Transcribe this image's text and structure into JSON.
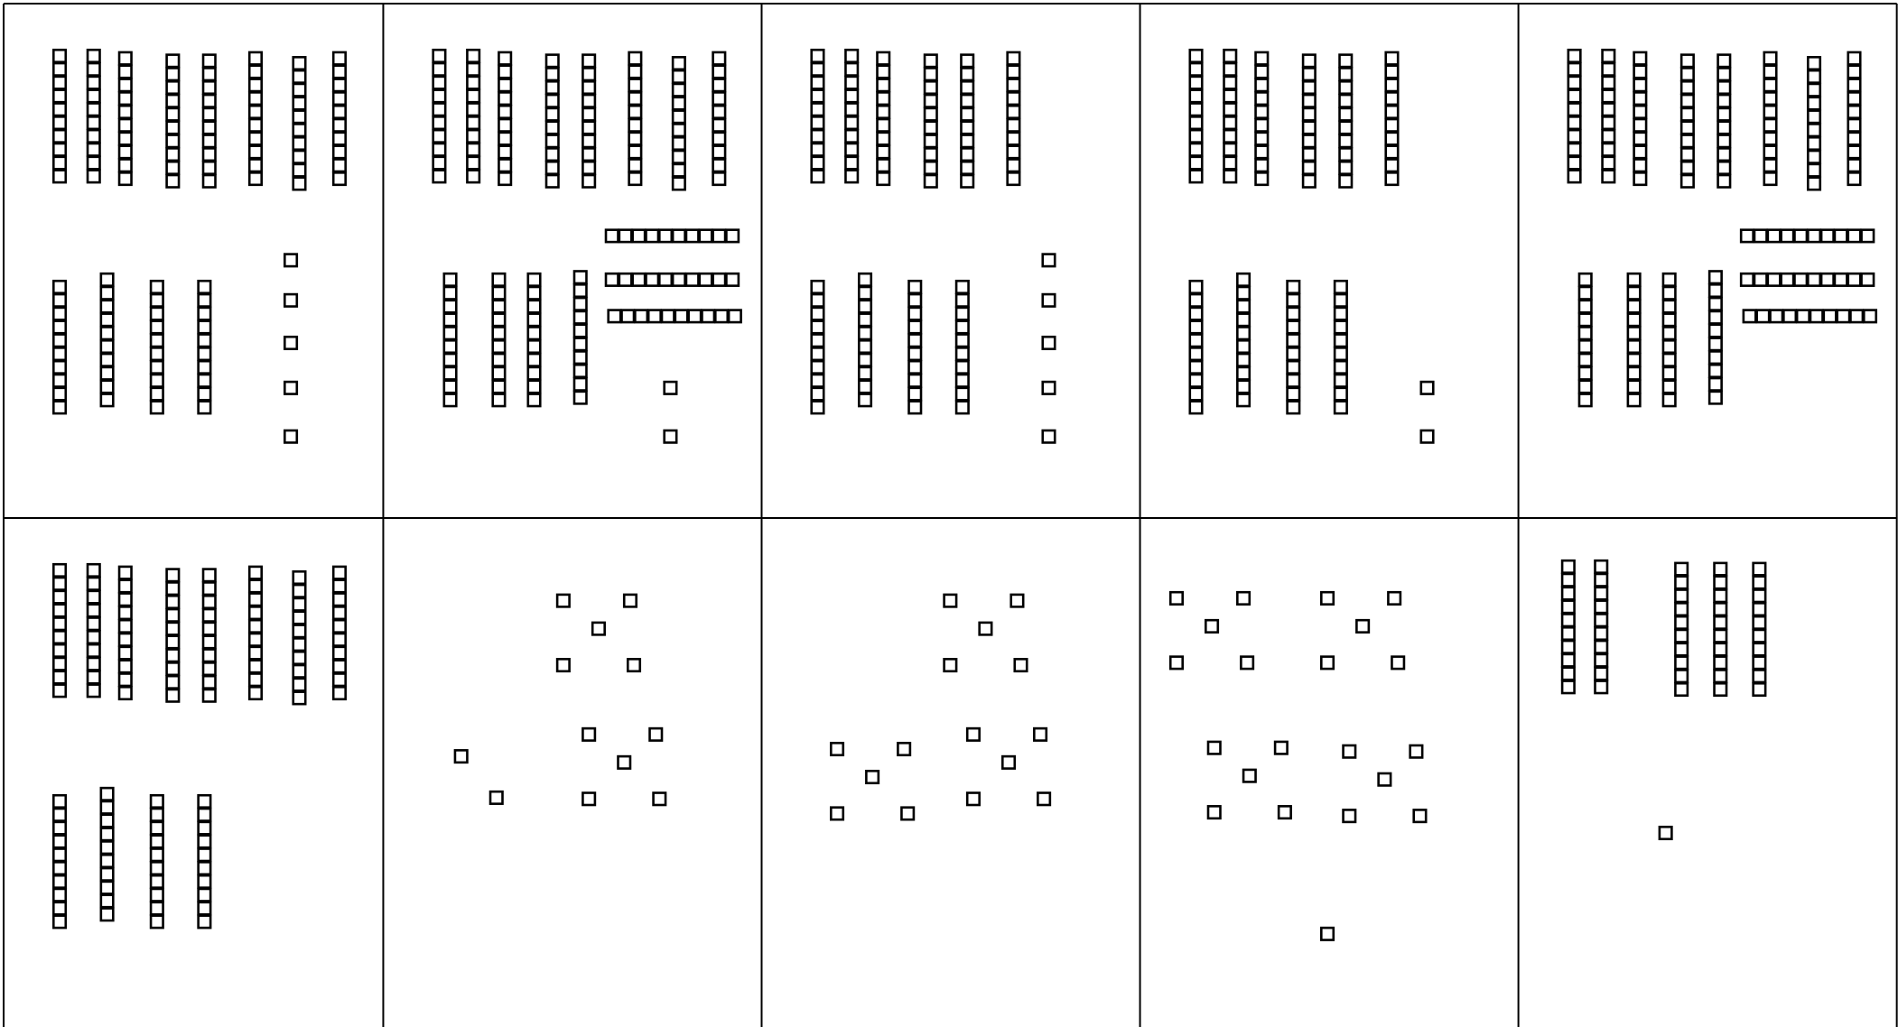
{
  "colors": {
    "background": "#ffffff",
    "ink": "#000000"
  },
  "grid": {
    "rows": 2,
    "columns": 5
  },
  "cards": [
    {
      "row": 1,
      "col": 1,
      "tens": 12,
      "ones": 5
    },
    {
      "row": 1,
      "col": 2,
      "tens": 15,
      "ones": 2
    },
    {
      "row": 1,
      "col": 3,
      "tens": 10,
      "ones": 5
    },
    {
      "row": 1,
      "col": 4,
      "tens": 10,
      "ones": 2
    },
    {
      "row": 1,
      "col": 5,
      "tens": 15,
      "ones": 0
    },
    {
      "row": 2,
      "col": 1,
      "tens": 12,
      "ones": 0
    },
    {
      "row": 2,
      "col": 2,
      "tens": 0,
      "ones": 12
    },
    {
      "row": 2,
      "col": 3,
      "tens": 0,
      "ones": 15
    },
    {
      "row": 2,
      "col": 4,
      "tens": 0,
      "ones": 21
    },
    {
      "row": 2,
      "col": 5,
      "tens": 5,
      "ones": 1
    }
  ],
  "block_types": {
    "ten": "ten-rod",
    "one": "unit-cube"
  }
}
